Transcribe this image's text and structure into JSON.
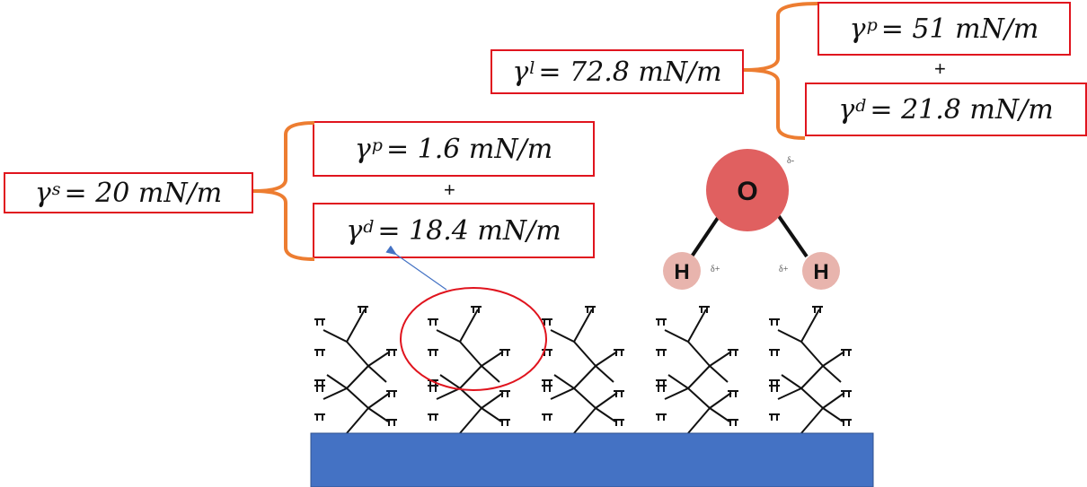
{
  "colors": {
    "box_border": "#e0141e",
    "brace": "#ed7d31",
    "substrate": "#4472c4",
    "oxygen": "#e06060",
    "hydrogen": "#e8b4ad",
    "highlight_circle": "#e0141e",
    "arrow": "#4472c4"
  },
  "solid": {
    "total": {
      "symbol": "γ",
      "sup": "s",
      "rest": " = 20 mN/m"
    },
    "polar": {
      "symbol": "γ",
      "sup": "p",
      "rest": " = 1.6 mN/m"
    },
    "plus": "+",
    "dispersive": {
      "symbol": "γ",
      "sup": "d",
      "rest": " = 18.4 mN/m"
    }
  },
  "liquid": {
    "total": {
      "symbol": "γ",
      "sup": "l",
      "rest": " = 72.8 mN/m"
    },
    "polar": {
      "symbol": "γ",
      "sup": "p",
      "rest": " = 51 mN/m"
    },
    "plus": "+",
    "dispersive": {
      "symbol": "γ",
      "sup": "d",
      "rest": " = 21.8 mN/m"
    }
  },
  "water": {
    "oxygen": "O",
    "hydrogen_left": "H",
    "hydrogen_right": "H",
    "delta_minus": "δ-",
    "delta_plus_left": "δ+",
    "delta_plus_right": "δ+"
  },
  "icons": [
    "fluorocarbon-chain-icon",
    "substrate-block",
    "water-molecule-icon"
  ]
}
